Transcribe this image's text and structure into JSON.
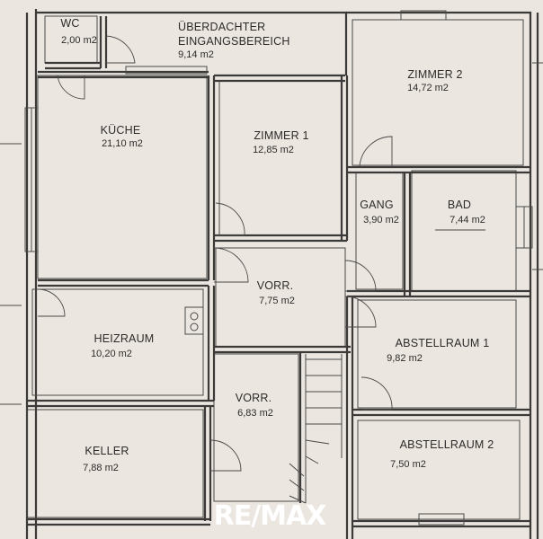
{
  "brand_mark": "RE/MAX",
  "rooms": [
    {
      "id": "wc",
      "name": "WC",
      "area": "2,00 m2"
    },
    {
      "id": "eingang",
      "name": "ÜBERDACHTER",
      "name2": "EINGANGSBEREICH",
      "area": "9,14 m2"
    },
    {
      "id": "zimmer2",
      "name": "ZIMMER 2",
      "area": "14,72 m2"
    },
    {
      "id": "kueche",
      "name": "KÜCHE",
      "area": "21,10 m2"
    },
    {
      "id": "zimmer1",
      "name": "ZIMMER 1",
      "area": "12,85 m2"
    },
    {
      "id": "gang",
      "name": "GANG",
      "area": "3,90 m2"
    },
    {
      "id": "bad",
      "name": "BAD",
      "area": "7,44 m2"
    },
    {
      "id": "vorr1",
      "name": "VORR.",
      "area": "7,75 m2"
    },
    {
      "id": "heizraum",
      "name": "HEIZRAUM",
      "area": "10,20 m2"
    },
    {
      "id": "abstell1",
      "name": "ABSTELLRAUM 1",
      "area": "9,82 m2"
    },
    {
      "id": "vorr2",
      "name": "VORR.",
      "area": "6,83 m2"
    },
    {
      "id": "keller",
      "name": "KELLER",
      "area": "7,88 m2"
    },
    {
      "id": "abstell2",
      "name": "ABSTELLRAUM 2",
      "area": "7,50 m2"
    }
  ]
}
